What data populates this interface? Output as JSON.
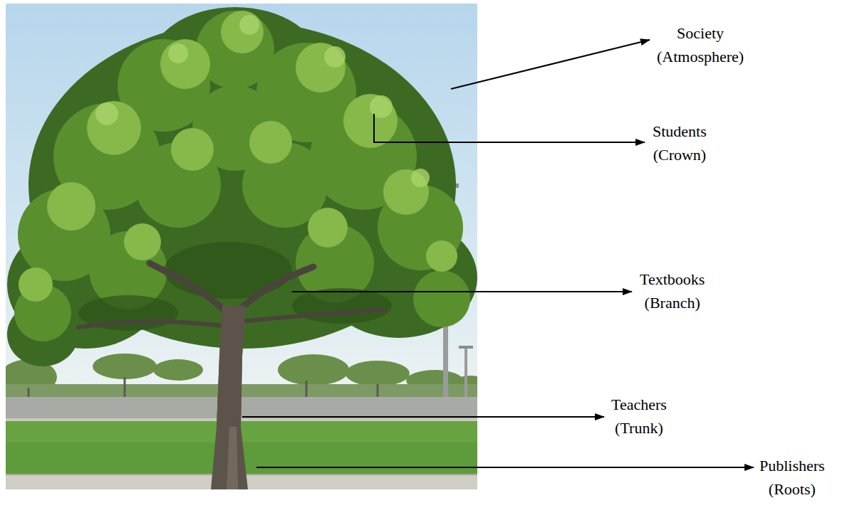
{
  "diagram": {
    "labels": [
      "Society (Atmosphere)",
      "Students (Crown)",
      "Textbooks (Branch)",
      "Teachers (Trunk)",
      "Publishers (Roots)"
    ]
  }
}
